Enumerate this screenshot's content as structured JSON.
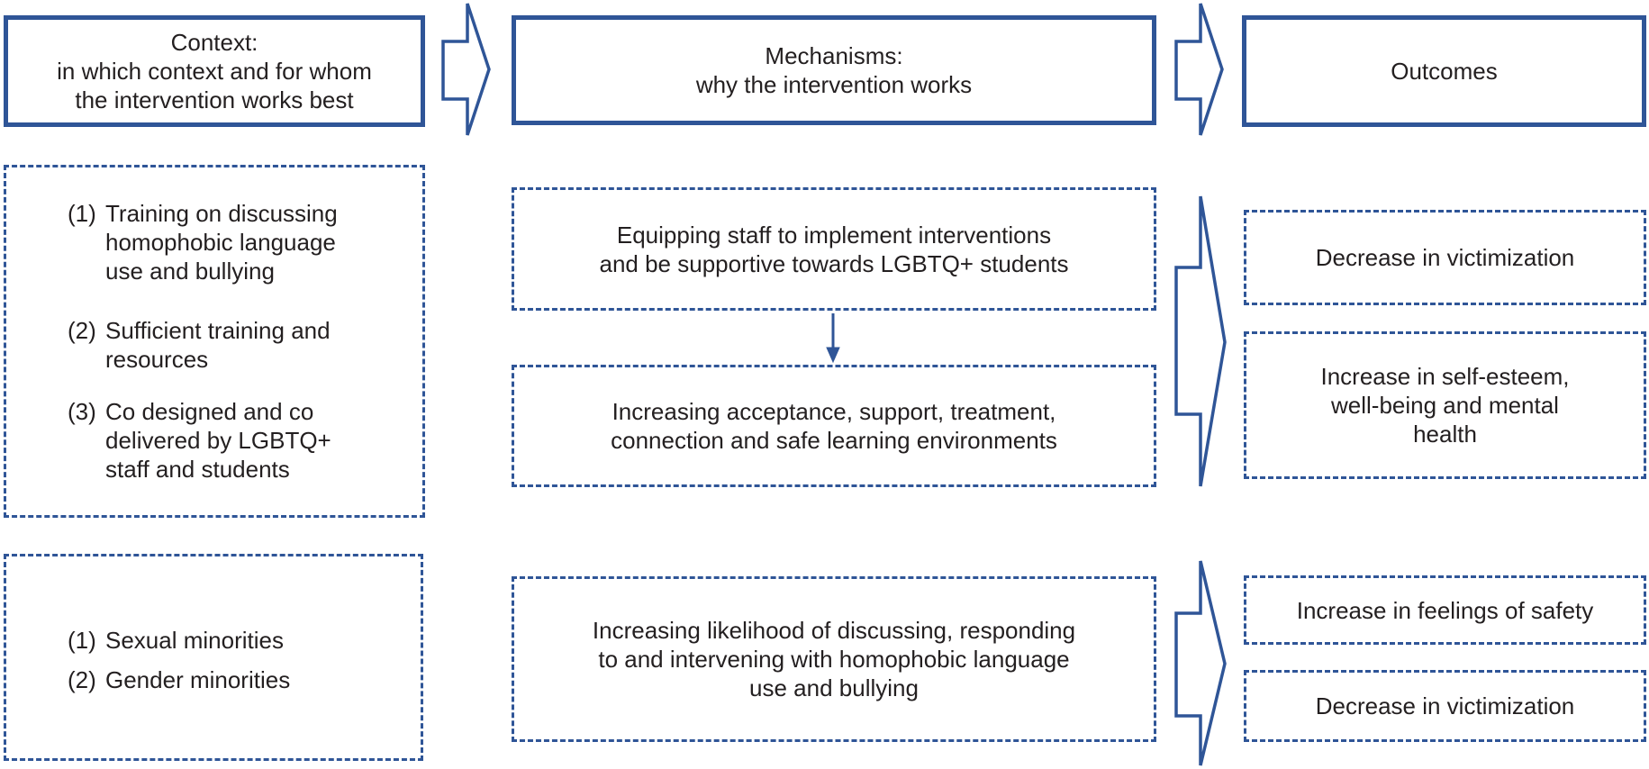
{
  "header": {
    "context": "Context:\nin which context and for whom\nthe intervention works best",
    "mechanisms": "Mechanisms:\nwhy the intervention works",
    "outcomes": "Outcomes"
  },
  "row1": {
    "context_items": [
      {
        "num": "(1)",
        "text": "Training on discussing\nhomophobic language\nuse and bullying"
      },
      {
        "num": "(2)",
        "text": "Sufficient training and\nresources"
      },
      {
        "num": "(3)",
        "text": "Co designed and co\ndelivered by LGBTQ+\nstaff and students"
      }
    ],
    "mechanisms": [
      "Equipping staff to implement interventions\nand be supportive towards LGBTQ+ students",
      "Increasing acceptance, support, treatment,\nconnection and safe learning environments"
    ],
    "outcomes": [
      "Decrease in victimization",
      "Increase in self-esteem,\nwell-being and mental\nhealth"
    ]
  },
  "row2": {
    "context_items": [
      {
        "num": "(1)",
        "text": "Sexual minorities"
      },
      {
        "num": "(2)",
        "text": "Gender minorities"
      }
    ],
    "mechanism": "Increasing likelihood of discussing, responding\nto and intervening with homophobic language\nuse and bullying",
    "outcomes": [
      "Increase in feelings of safety",
      "Decrease in victimization"
    ]
  },
  "colors": {
    "accent": "#2f5597",
    "text": "#231f20"
  }
}
